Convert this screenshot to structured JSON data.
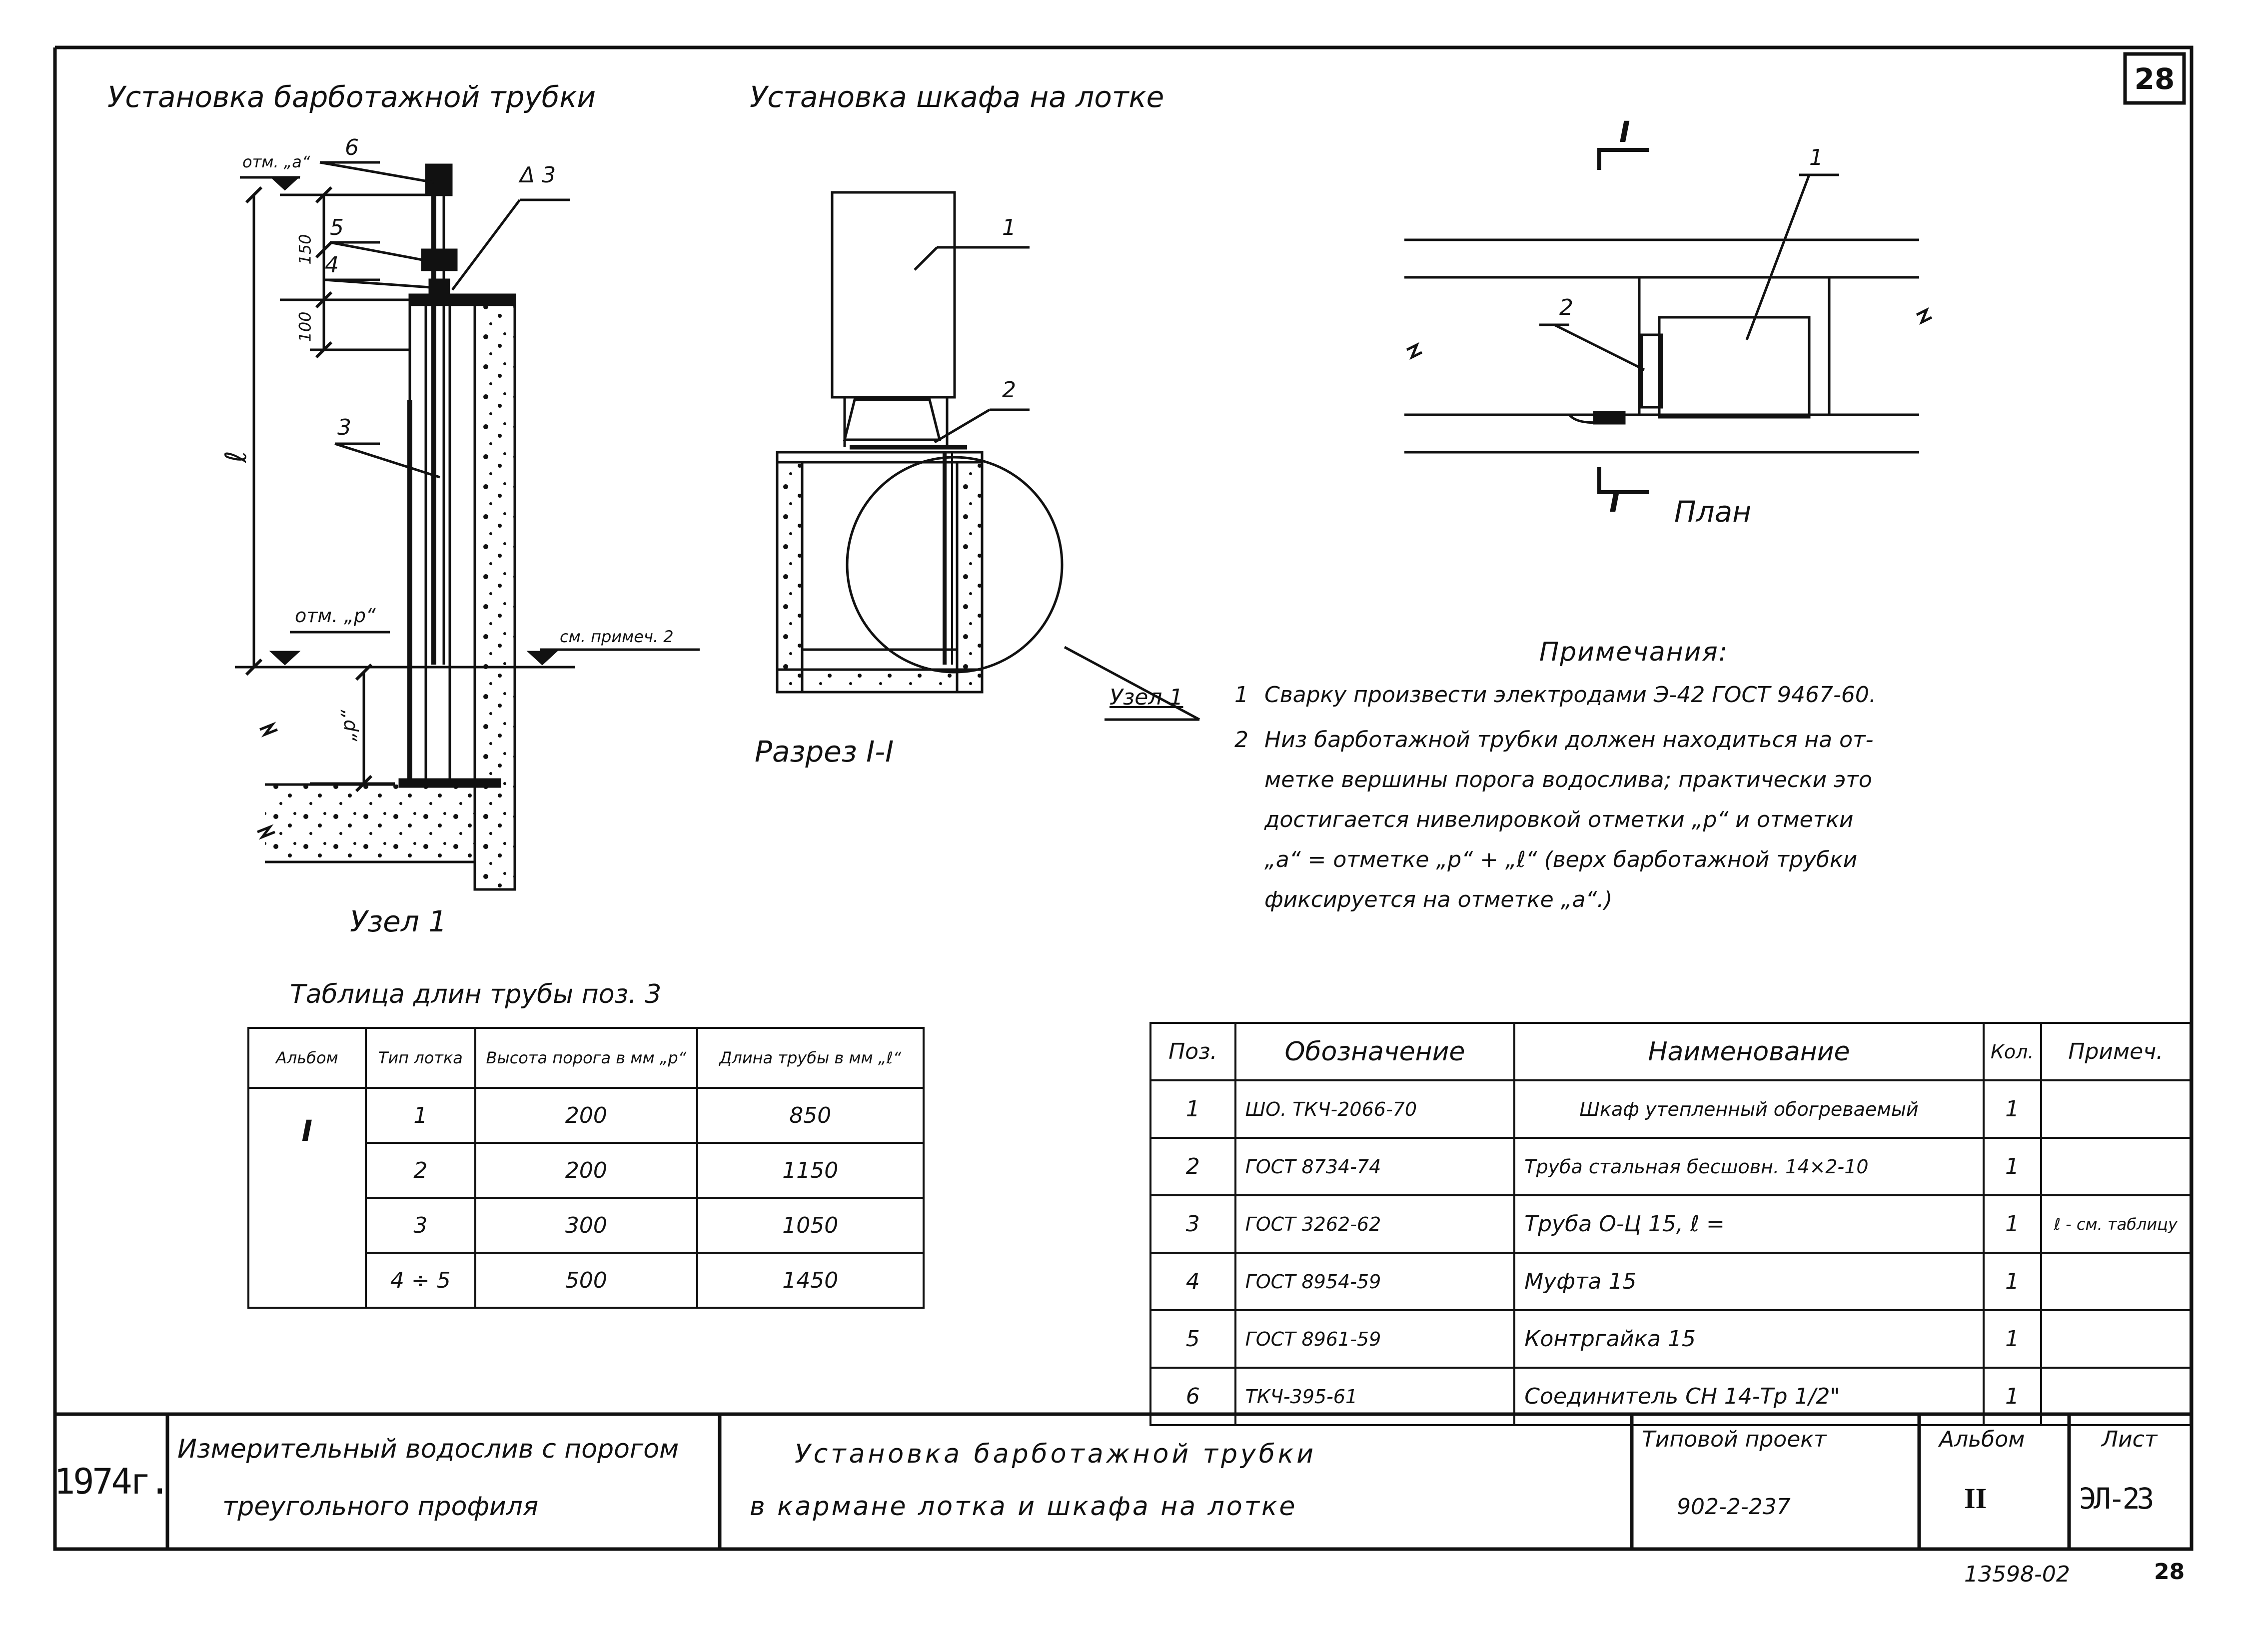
{
  "sheet_number": "28",
  "views": {
    "pipe_title": "Установка барботажной трубки",
    "cabinet_title": "Установка шкафа на лотке",
    "node_label": "Узел 1",
    "section_label": "Разрез I-I",
    "node_ref": "Узел 1",
    "plan_label": "План",
    "section_mark_top": "I",
    "section_mark_bottom": "I",
    "pipe_callouts": [
      "6",
      "5",
      "4",
      "3",
      "Δ 3"
    ],
    "pipe_marks": {
      "mark_a": "отм. „а“",
      "mark_p": "отм. „р“",
      "see_note": "см. примеч. 2",
      "dim_150": "150",
      "dim_100": "100",
      "dim_l": "ℓ",
      "dim_p": "„р“"
    },
    "cabinet_callouts": [
      "1",
      "2"
    ],
    "plan_callouts": [
      "1",
      "2"
    ]
  },
  "notes": {
    "heading": "Примечания:",
    "items": [
      {
        "n": "1",
        "lines": [
          "Сварку произвести электродами Э-42 ГОСТ 9467-60."
        ]
      },
      {
        "n": "2",
        "lines": [
          "Низ барботажной трубки должен находиться на от-",
          "метке вершины порога водослива; практически это",
          "достигается нивелировкой отметки „р“ и отметки",
          "„а“ = отметке „р“ + „ℓ“  (верх барботажной трубки",
          "фиксируется на отметке „а“.)"
        ]
      }
    ]
  },
  "length_table": {
    "caption": "Таблица длин трубы поз. 3",
    "headers": [
      "Альбом",
      "Тип лотка",
      "Высота порога в мм „р“",
      "Длина трубы в мм „ℓ“"
    ],
    "album": "I",
    "rows": [
      {
        "type": "1",
        "height": "200",
        "length": "850"
      },
      {
        "type": "2",
        "height": "200",
        "length": "1150"
      },
      {
        "type": "3",
        "height": "300",
        "length": "1050"
      },
      {
        "type": "4 ÷ 5",
        "height": "500",
        "length": "1450"
      }
    ]
  },
  "spec_table": {
    "headers": [
      "Поз.",
      "Обозначение",
      "Наименование",
      "Кол.",
      "Примеч."
    ],
    "rows": [
      {
        "pos": "1",
        "code": "ШО. ТКЧ-2066-70",
        "name": "Шкаф утепленный обогреваемый",
        "qty": "1",
        "note": ""
      },
      {
        "pos": "2",
        "code": "ГОСТ 8734-74",
        "name": "Труба стальная бесшовн. 14×2-10",
        "qty": "1",
        "note": ""
      },
      {
        "pos": "3",
        "code": "ГОСТ 3262-62",
        "name": "Труба О-Ц 15, ℓ =",
        "qty": "1",
        "note": "ℓ - см. таблицу"
      },
      {
        "pos": "4",
        "code": "ГОСТ 8954-59",
        "name": "Муфта 15",
        "qty": "1",
        "note": ""
      },
      {
        "pos": "5",
        "code": "ГОСТ 8961-59",
        "name": "Контргайка 15",
        "qty": "1",
        "note": ""
      },
      {
        "pos": "6",
        "code": "ТКЧ-395-61",
        "name": "Соединитель СН 14-Тр 1/2\"",
        "qty": "1",
        "note": ""
      }
    ]
  },
  "title_block": {
    "year": "1974г.",
    "project_line1": "Измерительный водослив с порогом",
    "project_line2": "треугольного профиля",
    "sheet_line1": "Установка барботажной трубки",
    "sheet_line2": "в кармане лотка и шкафа на лотке",
    "typical_label": "Типовой проект",
    "typical_value": "902-2-237",
    "album_label": "Альбом",
    "album_value": "II",
    "list_label": "Лист",
    "list_value": "ЭЛ-23"
  },
  "footer": {
    "archive_no": "13598-02",
    "page_no": "28"
  }
}
